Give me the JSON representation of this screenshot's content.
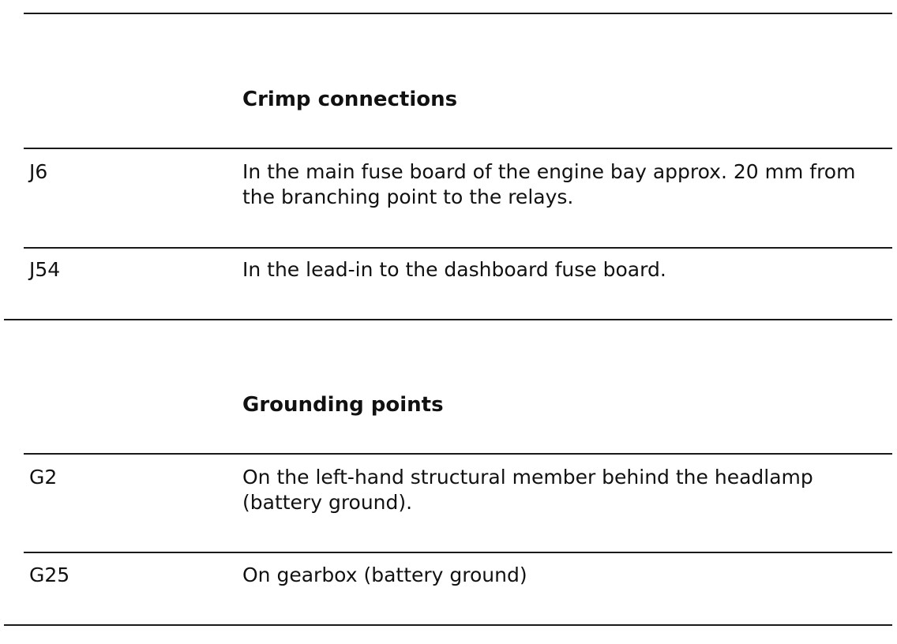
{
  "sections": [
    {
      "heading": "Crimp connections",
      "rows": [
        {
          "code": "J6",
          "description": "In the main fuse board of the engine bay approx. 20 mm from the branching point to the relays."
        },
        {
          "code": "J54",
          "description": "In the lead-in to the dashboard fuse board."
        }
      ]
    },
    {
      "heading": "Grounding points",
      "rows": [
        {
          "code": "G2",
          "description": "On the left-hand structural member behind the headlamp (battery ground)."
        },
        {
          "code": "G25",
          "description": "On gearbox (battery ground)"
        }
      ]
    }
  ]
}
